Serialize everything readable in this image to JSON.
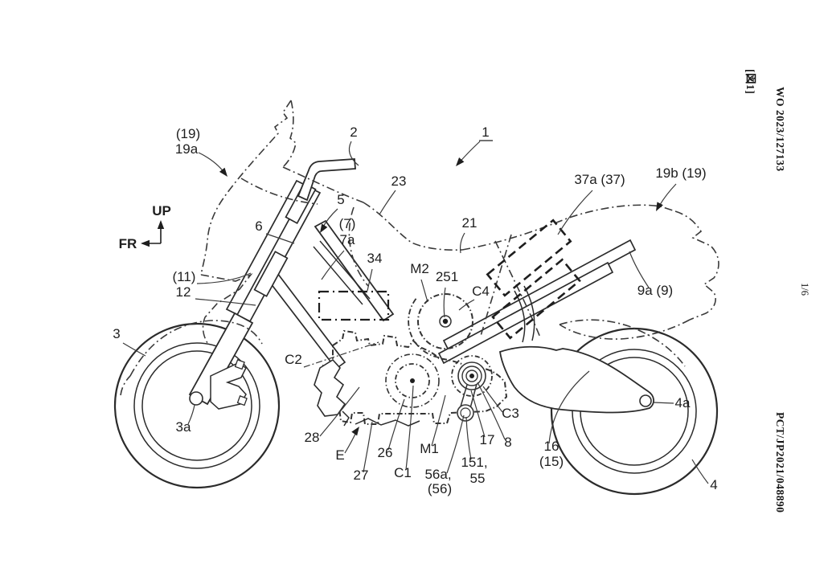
{
  "margin": {
    "figure_label": "[図1]",
    "publication_number": "WO 2023/127133",
    "sheet_number": "1/6",
    "application_number": "PCT/JP2021/048890"
  },
  "orientation": {
    "up": "UP",
    "front": "FR"
  },
  "labels": {
    "n19": "(19)",
    "n19a": "19a",
    "n2": "2",
    "n1": "1",
    "n23": "23",
    "n5": "5",
    "n6": "6",
    "n7": "(7)",
    "n7a": "7a",
    "n34": "34",
    "n21": "21",
    "nM2": "M2",
    "n251": "251",
    "nC4": "C4",
    "n37a": "37a (37)",
    "n19b": "19b (19)",
    "n9a": "9a (9)",
    "n11": "(11)",
    "n12": "12",
    "n3": "3",
    "n3a": "3a",
    "nC2": "C2",
    "n28": "28",
    "nE": "E",
    "n27": "27",
    "n26": "26",
    "nC1": "C1",
    "nM1": "M1",
    "n56a": "56a,",
    "n56": "(56)",
    "n151": "151,",
    "n55": "55",
    "n17": "17",
    "n8": "8",
    "nC3": "C3",
    "n16": "16",
    "n15": "(15)",
    "n4a": "4a",
    "n4": "4"
  },
  "colors": {
    "background": "#ffffff",
    "line": "#2b2b2b"
  }
}
